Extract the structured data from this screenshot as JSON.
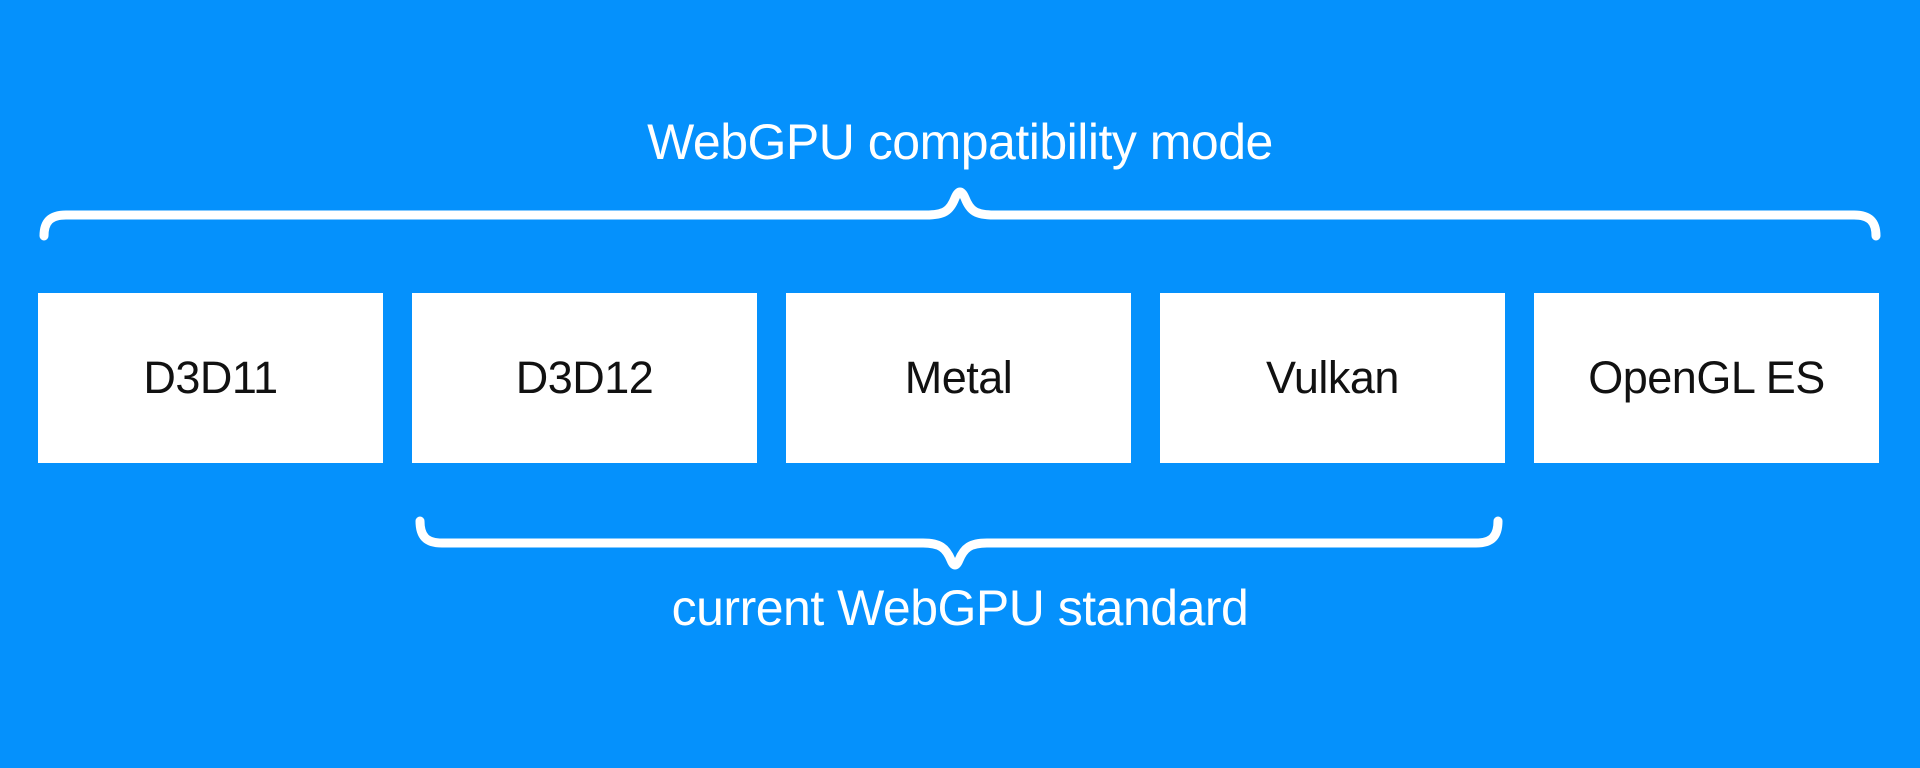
{
  "colors": {
    "background": "#0591fc",
    "box_background": "#ffffff",
    "box_text": "#111111",
    "label_text": "#ffffff",
    "brace_stroke": "#ffffff"
  },
  "diagram": {
    "top_brace_label": "WebGPU compatibility mode",
    "backends": [
      "D3D11",
      "D3D12",
      "Metal",
      "Vulkan",
      "OpenGL ES"
    ],
    "bottom_brace_label": "current WebGPU standard"
  }
}
